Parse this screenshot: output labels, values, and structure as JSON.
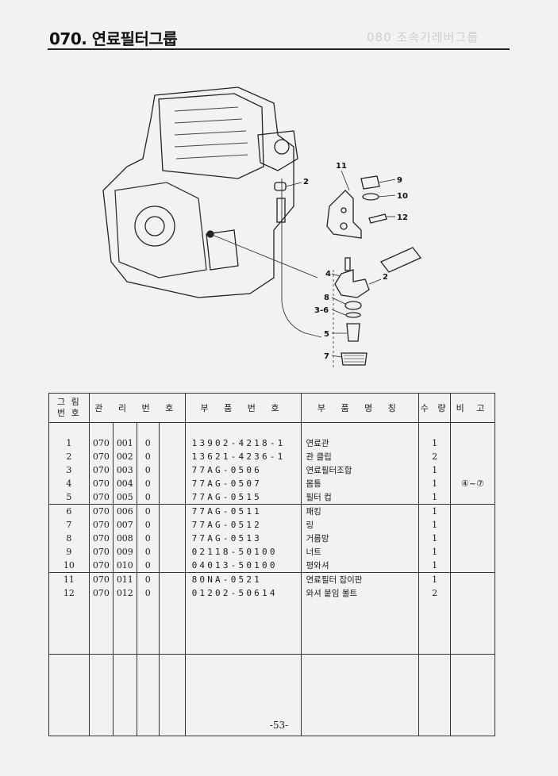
{
  "header": {
    "title": "070. 연료필터그룹",
    "ghost": "080 조속기레버그룹"
  },
  "diagram": {
    "callouts": [
      "11",
      "9",
      "10",
      "12",
      "2",
      "4",
      "2",
      "8",
      "3-6",
      "5",
      "7"
    ]
  },
  "table": {
    "headers": {
      "fig": "그 림\n번 호",
      "mgmt": "관 리 번 호",
      "part_no": "부 품 번 호",
      "part_name": "부 품 명 칭",
      "qty": "수 량",
      "remark": "비 고"
    },
    "rows": [
      {
        "fig": "1",
        "a": "070",
        "b": "001",
        "c": "0",
        "part_no": "13902-4218-1",
        "name": "연료관",
        "qty": "1",
        "remark": ""
      },
      {
        "fig": "2",
        "a": "070",
        "b": "002",
        "c": "0",
        "part_no": "13621-4236-1",
        "name": "관 클립",
        "qty": "2",
        "remark": ""
      },
      {
        "fig": "3",
        "a": "070",
        "b": "003",
        "c": "0",
        "part_no": "77AG-0506",
        "name": "연료필터조합",
        "qty": "1",
        "remark": ""
      },
      {
        "fig": "4",
        "a": "070",
        "b": "004",
        "c": "0",
        "part_no": "77AG-0507",
        "name": "몸통",
        "qty": "1",
        "remark": "④~⑦"
      },
      {
        "fig": "5",
        "a": "070",
        "b": "005",
        "c": "0",
        "part_no": "77AG-0515",
        "name": "필터 컵",
        "qty": "1",
        "remark": ""
      },
      {
        "fig": "6",
        "a": "070",
        "b": "006",
        "c": "0",
        "part_no": "77AG-0511",
        "name": "패킹",
        "qty": "1",
        "remark": ""
      },
      {
        "fig": "7",
        "a": "070",
        "b": "007",
        "c": "0",
        "part_no": "77AG-0512",
        "name": "링",
        "qty": "1",
        "remark": ""
      },
      {
        "fig": "8",
        "a": "070",
        "b": "008",
        "c": "0",
        "part_no": "77AG-0513",
        "name": "거름망",
        "qty": "1",
        "remark": ""
      },
      {
        "fig": "9",
        "a": "070",
        "b": "009",
        "c": "0",
        "part_no": "02118-50100",
        "name": "너트",
        "qty": "1",
        "remark": ""
      },
      {
        "fig": "10",
        "a": "070",
        "b": "010",
        "c": "0",
        "part_no": "04013-50100",
        "name": "평와셔",
        "qty": "1",
        "remark": ""
      },
      {
        "fig": "11",
        "a": "070",
        "b": "011",
        "c": "0",
        "part_no": "80NA-0521",
        "name": "연료필터 잡이판",
        "qty": "1",
        "remark": ""
      },
      {
        "fig": "12",
        "a": "070",
        "b": "012",
        "c": "0",
        "part_no": "01202-50614",
        "name": "와셔 붙임 볼트",
        "qty": "2",
        "remark": ""
      }
    ]
  },
  "footer": {
    "page": "-53-"
  }
}
